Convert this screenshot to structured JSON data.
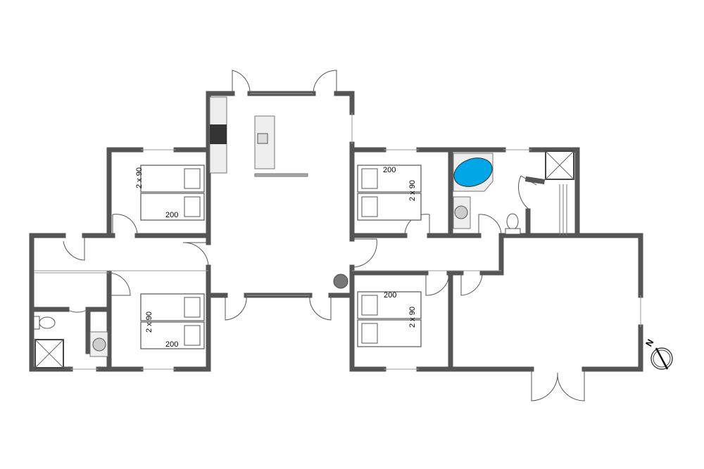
{
  "title": "Floor plan",
  "bedrooms": [
    {
      "name": "bedroom-top-left",
      "bed_width": "2 x 90",
      "bed_length": "200"
    },
    {
      "name": "bedroom-bottom-left",
      "bed_width": "2 x 90",
      "bed_length": "200"
    },
    {
      "name": "bedroom-top-right",
      "bed_width": "2 x 90",
      "bed_length": "200"
    },
    {
      "name": "bedroom-bottom-right",
      "bed_width": "2 x 90",
      "bed_length": "200"
    }
  ],
  "compass": {
    "label": "N"
  },
  "colors": {
    "wall": "#a9a9a9",
    "wall_outline": "#555555",
    "spa": "#00a6e6",
    "fixture": "#e6e6e6",
    "stove": "#333333"
  }
}
